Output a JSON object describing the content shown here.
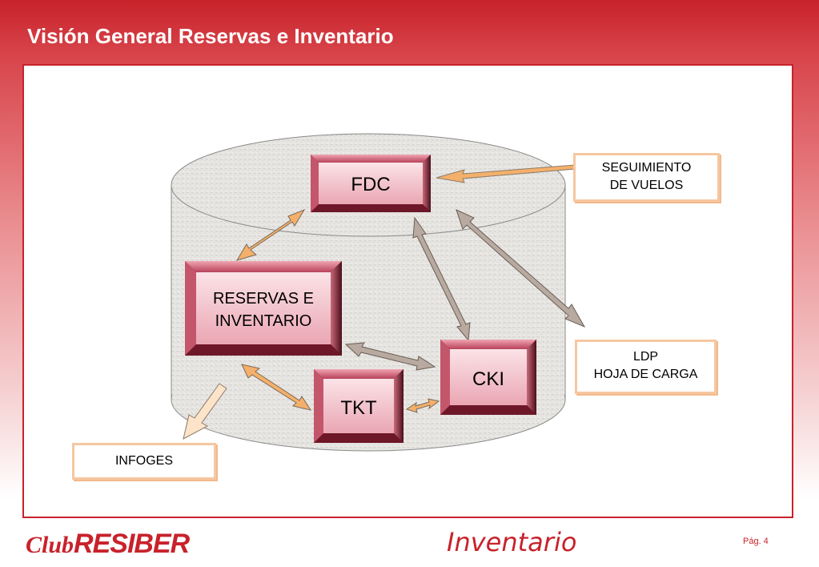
{
  "header": {
    "title": "Visión General Reservas e Inventario"
  },
  "diagram": {
    "boxes": {
      "fdc": "FDC",
      "reservas_line1": "RESERVAS E",
      "reservas_line2": "INVENTARIO",
      "cki": "CKI",
      "tkt": "TKT"
    },
    "external": {
      "seguimiento_line1": "SEGUIMIENTO",
      "seguimiento_line2": "DE VUELOS",
      "ldp_line1": "LDP",
      "ldp_line2": "HOJA DE CARGA",
      "infoges": "INFOGES"
    },
    "colors": {
      "box_face": "#f3c4cc",
      "box_edge": "#8b1a2e",
      "arrow_orange": "#f4b06a",
      "arrow_gray": "#b8aaa0"
    }
  },
  "footer": {
    "logo_club": "Club",
    "logo_resiber": "RESIBER",
    "section": "Inventario",
    "page": "Pág. 4"
  }
}
